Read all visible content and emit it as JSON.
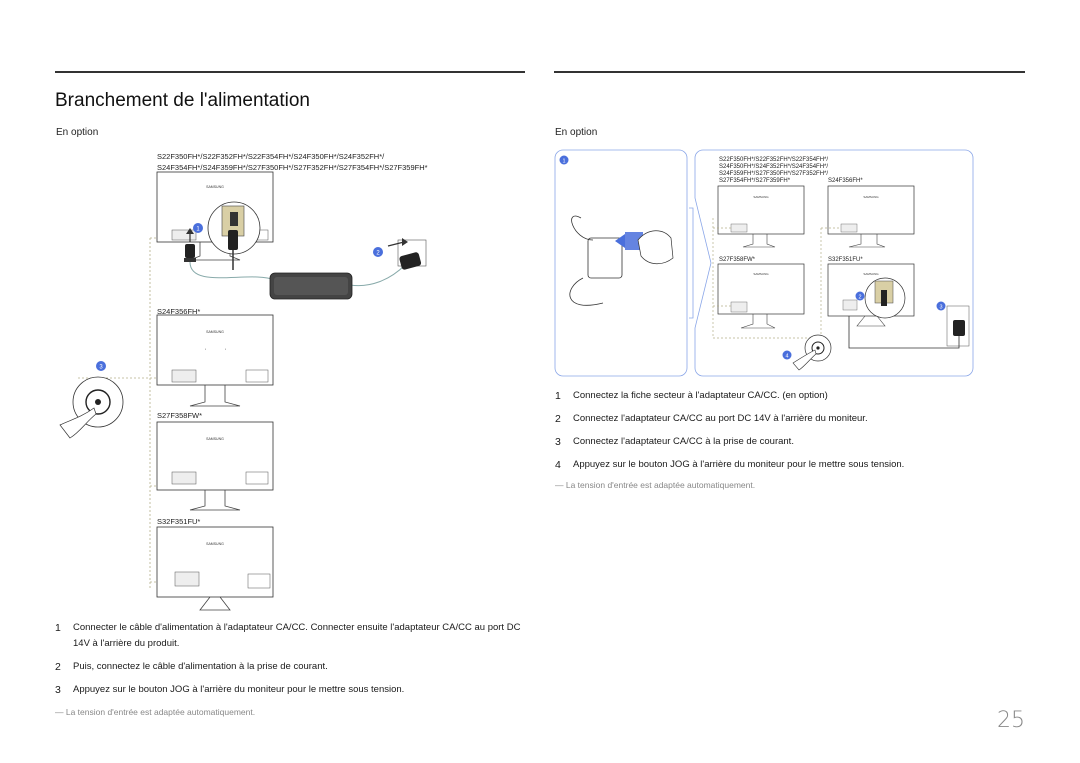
{
  "page": {
    "title": "Branchement de l'alimentation",
    "page_number": "25"
  },
  "left": {
    "option_label": "En option",
    "models_line1": "S22F350FH*/S22F352FH*/S22F354FH*/S24F350FH*/S24F352FH*/",
    "models_line2": "S24F354FH*/S24F359FH*/S27F350FH*/S27F352FH*/S27F354FH*/S27F359FH*",
    "monitor_labels": [
      "S24F356FH*",
      "S27F358FW*",
      "S32F351FU*"
    ],
    "callouts": [
      "1",
      "2",
      "3"
    ],
    "brand": "SAMSUNG",
    "steps": [
      {
        "num": "1",
        "text": "Connecter le câble d'alimentation à l'adaptateur CA/CC. Connecter ensuite l'adaptateur CA/CC au port DC 14V à l'arrière du produit."
      },
      {
        "num": "2",
        "text": "Puis, connectez le câble d'alimentation à la prise de courant."
      },
      {
        "num": "3",
        "text": "Appuyez sur le bouton JOG à l'arrière du moniteur pour le mettre sous tension."
      }
    ],
    "note": "― La tension d'entrée est adaptée automatiquement."
  },
  "right": {
    "option_label": "En option",
    "models_line1": "S22F350FH*/S22F352FH*/S22F354FH*/",
    "models_line2": "S24F350FH*/S24F352FH*/S24F354FH*/",
    "models_line3": "S24F359FH*/S27F350FH*/S27F352FH*/",
    "models_line4": "S27F354FH*/S27F359FH*",
    "monitor_labels": [
      "S24F356FH*",
      "S27F358FW*",
      "S32F351FU*"
    ],
    "callouts": [
      "1",
      "2",
      "3",
      "4"
    ],
    "brand": "SAMSUNG",
    "steps": [
      {
        "num": "1",
        "text": "Connectez la fiche secteur à l'adaptateur CA/CC. (en option)"
      },
      {
        "num": "2",
        "text": "Connectez l'adaptateur CA/CC au port DC 14V à l'arrière du moniteur."
      },
      {
        "num": "3",
        "text": "Connectez l'adaptateur CA/CC à la prise de courant."
      },
      {
        "num": "4",
        "text": "Appuyez sur le bouton JOG à l'arrière du moniteur pour le mettre sous tension."
      }
    ],
    "note": "― La tension d'entrée est adaptée automatiquement."
  },
  "colors": {
    "callout": "#4a6fdc",
    "frame": "#8aa6e8",
    "dashed": "#b5b08a"
  }
}
